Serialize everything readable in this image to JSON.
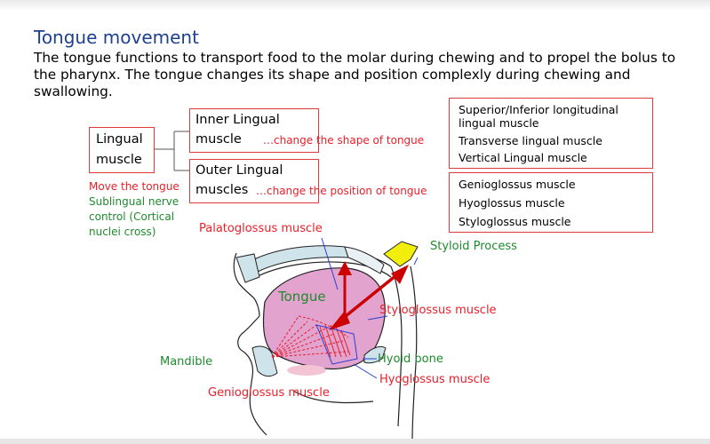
{
  "title": "Tongue movement",
  "intro": "The tongue functions to transport food to the molar during chewing and to propel the bolus to the pharynx. The tongue changes its shape and position complexly during chewing and swallowing.",
  "classification": {
    "root": "Lingual muscle",
    "inner": "Inner Lingual muscle",
    "inner_note": "…change the shape of tongue",
    "outer": "Outer Lingual muscles",
    "outer_note": "…change the position of tongue",
    "move_note": "Move the tongue",
    "nerve_note": "Sublingual nerve control (Cortical nuclei cross)"
  },
  "inner_list": [
    "Superior/Inferior longitudinal lingual muscle",
    "Transverse lingual muscle",
    "Vertical Lingual muscle"
  ],
  "outer_list": [
    "Genioglossus muscle",
    "Hyoglossus muscle",
    "Styloglossus muscle"
  ],
  "diagram_labels": {
    "palatoglossus": "Palatoglossus muscle",
    "styloid": "Styloid Process",
    "tongue": "Tongue",
    "styloglossus": "Styloglossus muscle",
    "mandible": "Mandible",
    "hyoid": "Hyoid bone",
    "genioglossus": "Genioglossus muscle",
    "hyoglossus": "Hyoglossus muscle"
  },
  "colors": {
    "title": "#1f3f8f",
    "accent_red": "#e8202a",
    "label_green": "#1f8a2e",
    "tongue_fill": "#e2a3cf",
    "bone_fill": "#cfe3ea",
    "styloid_fill": "#f2ee0c"
  }
}
